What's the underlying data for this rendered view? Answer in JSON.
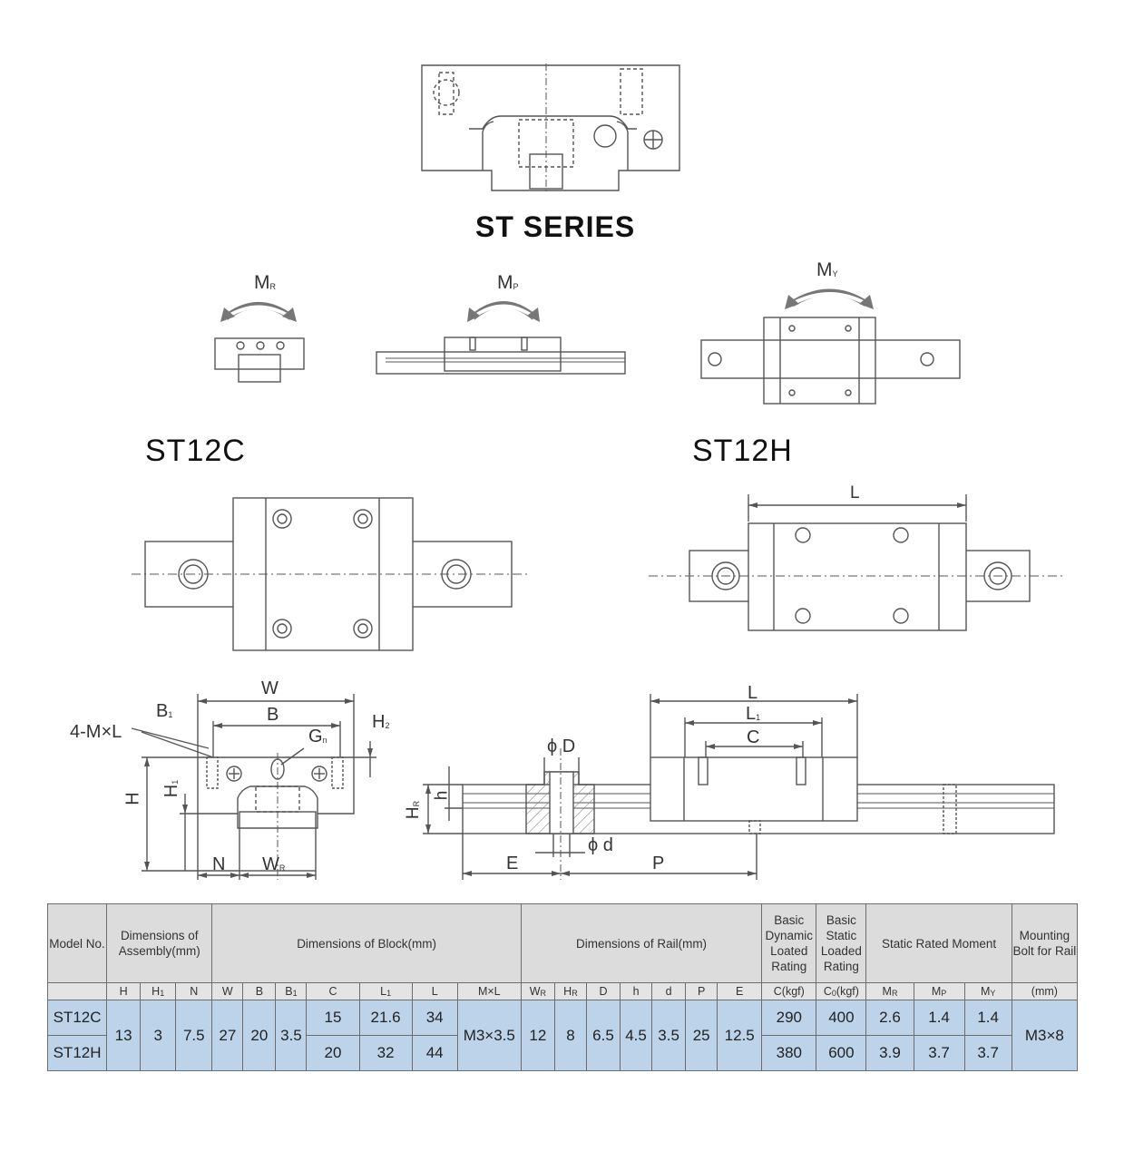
{
  "series_title": "ST SERIES",
  "moments": {
    "mr": "M",
    "mr_sub": "R",
    "mp": "M",
    "mp_sub": "P",
    "my": "M",
    "my_sub": "Y"
  },
  "models": {
    "left": "ST12C",
    "right": "ST12H"
  },
  "dim_labels": {
    "L": "L",
    "L1": "L",
    "L1_sub": "1",
    "C": "C",
    "W": "W",
    "B": "B",
    "B1": "B",
    "B1_sub": "1",
    "mxl": "4-M×L",
    "Gn": "G",
    "Gn_sub": "n",
    "H2": "H",
    "H2_sub": "2",
    "H": "H",
    "H1": "H",
    "H1_sub": "1",
    "N": "N",
    "WR": "W",
    "WR_sub": "R",
    "phiD": "ϕ D",
    "phid": "ϕ d",
    "HR": "H",
    "HR_sub": "R",
    "h": "h",
    "E": "E",
    "P": "P"
  },
  "table": {
    "groups": {
      "model_no": "Model No.",
      "assembly": "Dimensions of Assembly(mm)",
      "block": "Dimensions of Block(mm)",
      "rail": "Dimensions of Rail(mm)",
      "dyn": "Basic Dynamic Loated Rating",
      "stat": "Basic Static Loaded Rating",
      "moment": "Static Rated Moment",
      "bolt": "Mounting Bolt for Rail"
    },
    "sub": {
      "H": "H",
      "H1": "H",
      "H1_sub": "1",
      "N": "N",
      "W": "W",
      "B": "B",
      "B1": "B",
      "B1_sub": "1",
      "C": "C",
      "L1": "L",
      "L1_sub": "1",
      "L": "L",
      "MxL": "M×L",
      "WR": "W",
      "WR_sub": "R",
      "HR": "H",
      "HR_sub": "R",
      "D": "D",
      "h": "h",
      "d": "d",
      "P": "P",
      "E": "E",
      "Ckgf": "C(kgf)",
      "C0": "C",
      "C0_sub": "0",
      "C0_unit": "(kgf)",
      "MR": "M",
      "MR_sub": "R",
      "MP": "M",
      "MP_sub": "P",
      "MY": "M",
      "MY_sub": "Y",
      "mm": "(mm)"
    },
    "shared": {
      "H": "13",
      "H1": "3",
      "N": "7.5",
      "W": "27",
      "B": "20",
      "B1": "3.5",
      "MxL": "M3×3.5",
      "WR": "12",
      "HR": "8",
      "D": "6.5",
      "h": "4.5",
      "d": "3.5",
      "P": "25",
      "E": "12.5",
      "bolt": "M3×8"
    },
    "rows": [
      {
        "model": "ST12C",
        "C": "15",
        "L1": "21.6",
        "L": "34",
        "Ckgf": "290",
        "C0": "400",
        "MR": "2.6",
        "MP": "1.4",
        "MY": "1.4"
      },
      {
        "model": "ST12H",
        "C": "20",
        "L1": "32",
        "L": "44",
        "Ckgf": "380",
        "C0": "600",
        "MR": "3.9",
        "MP": "3.7",
        "MY": "3.7"
      }
    ]
  }
}
